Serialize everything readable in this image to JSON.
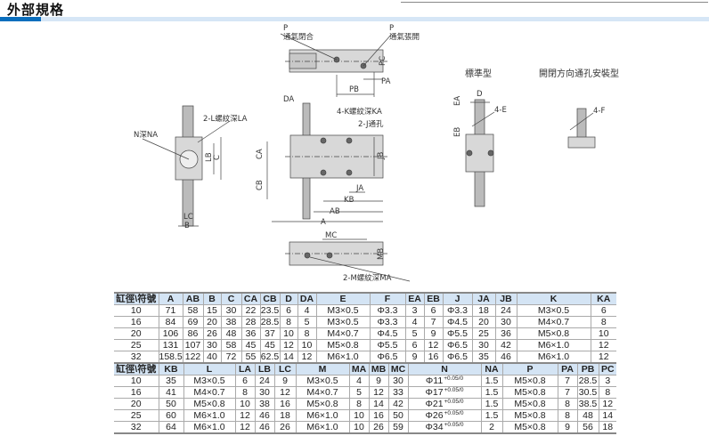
{
  "title": "外部規格",
  "drawings": {
    "top_view": {
      "p_close": "P",
      "p_close_label": "通氣閉合",
      "p_open": "P",
      "p_open_label": "通氣張開",
      "pb": "PB",
      "pa": "PA",
      "pc": "PC"
    },
    "side_view": {
      "n": "N深NA",
      "l": "2-L螺紋深LA",
      "lb": "LB",
      "c": "C",
      "lc": "LC",
      "b": "B"
    },
    "front_view": {
      "da": "DA",
      "k": "4-K螺紋深KA",
      "j": "2-J通孔",
      "ca": "CA",
      "cb": "CB",
      "jb": "JB",
      "ja": "JA",
      "kb": "KB",
      "ab": "AB",
      "a": "A"
    },
    "bottom_view": {
      "mc": "MC",
      "mb": "MB",
      "m": "2-M螺紋深MA"
    },
    "standard": {
      "title": "標準型",
      "d": "D",
      "ea": "EA",
      "eb": "EB",
      "e": "4-E"
    },
    "alt": {
      "title": "開閉方向通孔安裝型",
      "f": "4-F"
    }
  },
  "table1": {
    "headers": [
      "缸徑\\符號",
      "A",
      "AB",
      "B",
      "C",
      "CA",
      "CB",
      "D",
      "DA",
      "E",
      "F",
      "EA",
      "EB",
      "J",
      "JA",
      "JB",
      "K",
      "KA"
    ],
    "rows": [
      [
        "10",
        "71",
        "58",
        "15",
        "30",
        "22",
        "23.5",
        "6",
        "4",
        "M3×0.5",
        "Φ3.3",
        "3",
        "6",
        "Φ3.3",
        "18",
        "24",
        "M3×0.5",
        "6"
      ],
      [
        "16",
        "84",
        "69",
        "20",
        "38",
        "28",
        "28.5",
        "8",
        "5",
        "M3×0.5",
        "Φ3.3",
        "4",
        "7",
        "Φ4.5",
        "20",
        "30",
        "M4×0.7",
        "8"
      ],
      [
        "20",
        "106",
        "86",
        "26",
        "48",
        "36",
        "37",
        "10",
        "8",
        "M4×0.7",
        "Φ4.5",
        "5",
        "9",
        "Φ5.5",
        "25",
        "36",
        "M5×0.8",
        "10"
      ],
      [
        "25",
        "131",
        "107",
        "30",
        "58",
        "45",
        "45",
        "12",
        "10",
        "M5×0.8",
        "Φ5.5",
        "6",
        "12",
        "Φ6.5",
        "30",
        "42",
        "M6×1.0",
        "12"
      ],
      [
        "32",
        "158.5",
        "122",
        "40",
        "72",
        "55",
        "62.5",
        "14",
        "12",
        "M6×1.0",
        "Φ6.5",
        "9",
        "16",
        "Φ6.5",
        "35",
        "46",
        "M6×1.0",
        "12"
      ]
    ]
  },
  "table2": {
    "headers": [
      "缸徑\\符號",
      "KB",
      "L",
      "LA",
      "LB",
      "LC",
      "M",
      "MA",
      "MB",
      "MC",
      "N",
      "NA",
      "P",
      "PA",
      "PB",
      "PC"
    ],
    "tolerance": "+0.05/0",
    "rows": [
      [
        "10",
        "35",
        "M3×0.5",
        "6",
        "24",
        "9",
        "M3×0.5",
        "4",
        "9",
        "30",
        "Φ11",
        "1.5",
        "M5×0.8",
        "7",
        "28.5",
        "3"
      ],
      [
        "16",
        "41",
        "M4×0.7",
        "8",
        "30",
        "12",
        "M4×0.7",
        "5",
        "12",
        "33",
        "Φ17",
        "1.5",
        "M5×0.8",
        "7",
        "30.5",
        "8"
      ],
      [
        "20",
        "50",
        "M5×0.8",
        "10",
        "38",
        "16",
        "M5×0.8",
        "8",
        "14",
        "42",
        "Φ21",
        "1.5",
        "M5×0.8",
        "8",
        "38.5",
        "12"
      ],
      [
        "25",
        "60",
        "M6×1.0",
        "12",
        "46",
        "18",
        "M6×1.0",
        "10",
        "16",
        "50",
        "Φ26",
        "1.5",
        "M5×0.8",
        "8",
        "48",
        "14"
      ],
      [
        "32",
        "64",
        "M6×1.0",
        "12",
        "46",
        "26",
        "M6×1.0",
        "10",
        "26",
        "59",
        "Φ34",
        "2",
        "M5×0.8",
        "9",
        "56",
        "18"
      ]
    ]
  }
}
